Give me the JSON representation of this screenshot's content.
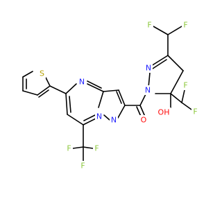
{
  "colors": {
    "N": "#2020ff",
    "O": "#ff0d0d",
    "F": "#8cc83c",
    "S": "#b5a000",
    "bond": "#000000",
    "background": "#ffffff"
  },
  "atoms": {
    "f_top_left": "F",
    "f_top_right": "F",
    "f_right": "F",
    "f_right_lower": "F",
    "n_pyrazoline_imine": "N",
    "n_pyrazoline_amide": "N",
    "oh_label": "OH",
    "o_carbonyl": "O",
    "n_pyrimidine": "N",
    "n_bridgehead": "N",
    "n_pyrazole": "N",
    "s_thiophene": "S",
    "f_cf3_left": "F",
    "f_cf3_right": "F",
    "f_cf3_bottom": "F"
  }
}
